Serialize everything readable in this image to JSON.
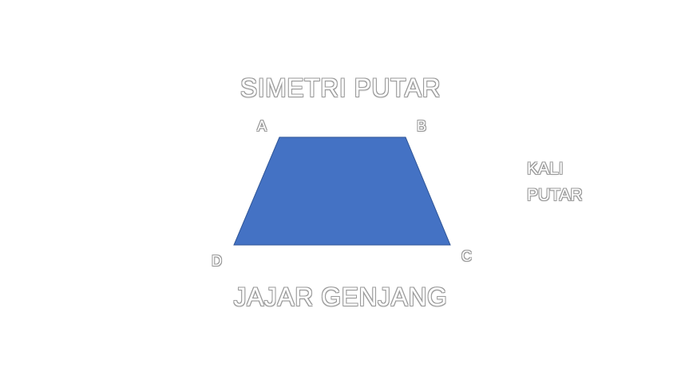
{
  "diagram": {
    "title": "SIMETRI PUTAR",
    "subtitle": "JAJAR GENJANG",
    "vertices": {
      "a": "A",
      "b": "B",
      "c": "C",
      "d": "D"
    },
    "side_note": {
      "line1": "KALI",
      "line2": "PUTAR"
    },
    "shape_fill": "#4472C4",
    "shape_stroke": "#2F5597"
  }
}
